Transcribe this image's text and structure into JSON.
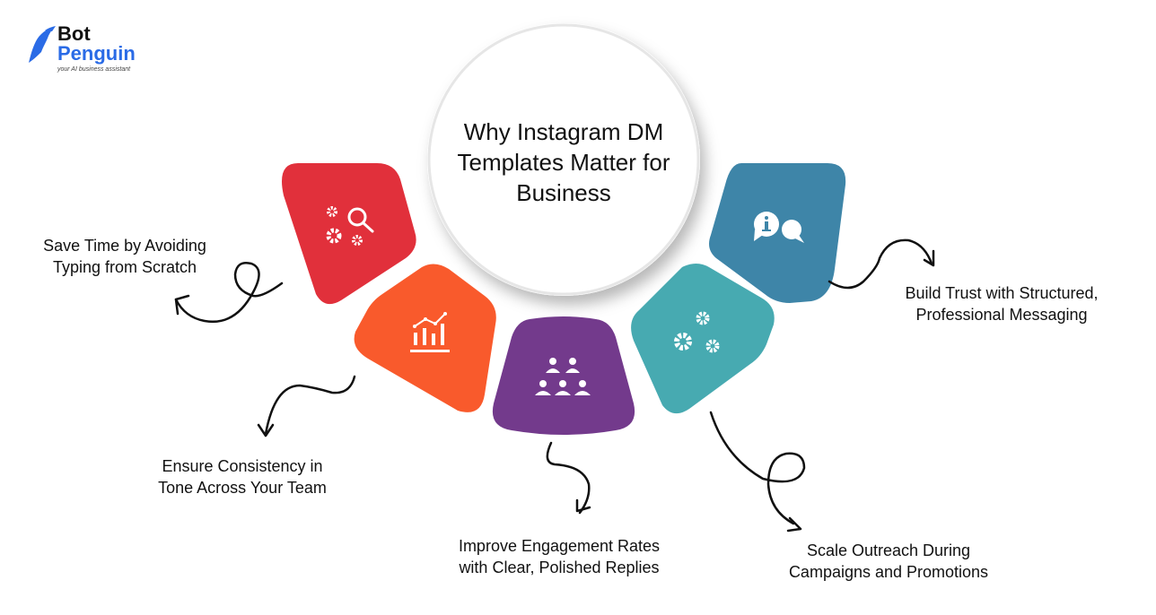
{
  "brand": {
    "name_line1": "Bot",
    "name_line2": "Penguin",
    "tagline": "your AI business assistant",
    "colors": {
      "dark": "#111111",
      "blue": "#2a6be6"
    }
  },
  "center": {
    "title": "Why Instagram DM Templates Matter for Business"
  },
  "items": [
    {
      "label_line1": "Save Time by Avoiding",
      "label_line2": "Typing from Scratch",
      "icon": "gears-search-icon",
      "color": "#e1303b"
    },
    {
      "label_line1": "Ensure Consistency in",
      "label_line2": "Tone Across Your Team",
      "icon": "chart-growth-icon",
      "color": "#f95a2c"
    },
    {
      "label_line1": "Improve Engagement Rates",
      "label_line2": "with Clear, Polished Replies",
      "icon": "audience-group-icon",
      "color": "#733a8c"
    },
    {
      "label_line1": "Scale Outreach During",
      "label_line2": "Campaigns and Promotions",
      "icon": "gears-icon",
      "color": "#47aab1"
    },
    {
      "label_line1": "Build Trust with Structured,",
      "label_line2": "Professional Messaging",
      "icon": "info-chat-icon",
      "color": "#3e85a8"
    }
  ]
}
